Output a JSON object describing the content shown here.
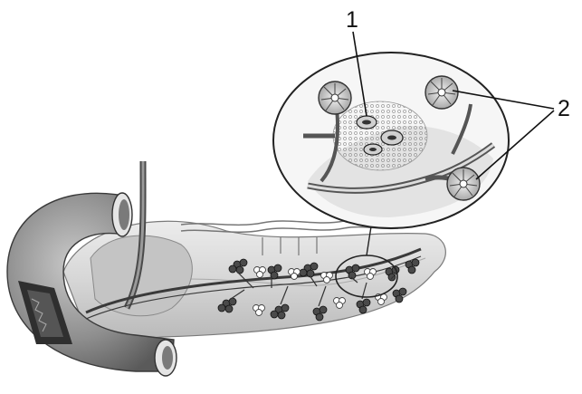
{
  "figure": {
    "labels": [
      {
        "id": "label-1",
        "text": "1"
      },
      {
        "id": "label-2",
        "text": "2"
      }
    ]
  }
}
